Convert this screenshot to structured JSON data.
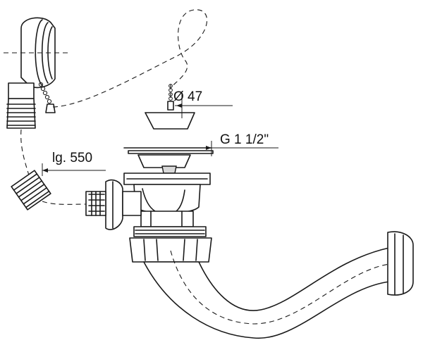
{
  "labels": {
    "diameter": "Ø 47",
    "thread": "G 1 1/2\"",
    "length": "lg. 550"
  },
  "colors": {
    "ink": "#1a1a1a",
    "background": "#ffffff"
  }
}
